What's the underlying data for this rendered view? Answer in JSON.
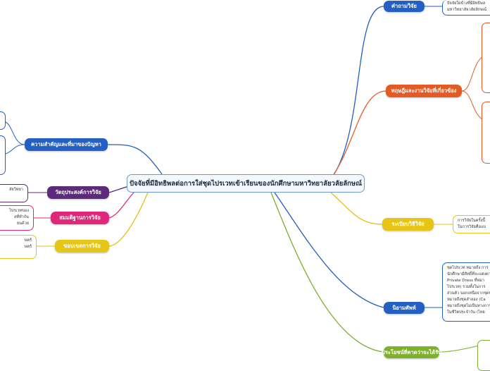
{
  "central": "ปัจจัยที่มีอิทธิพลต่อการใส่ชุดไปรเวทเข้าเรียนของนักศึกษามหาวิทยาลัยวลัยลักษณ์",
  "branches": {
    "research_question": "คำถามวิจัย",
    "theory": "ทฤษฎีและงานวิจัยที่เกี่ยวข้อง",
    "methodology": "ระเบียบวิธีวิจัย",
    "definitions": "นิยามศัพท์",
    "benefits": "ประโยชน์ที่คาดว่าจะได้รับ",
    "importance": "ความสำคัญและที่มาของปัญหา",
    "objectives": "วัตถุประสงค์การวิจัย",
    "hypothesis": "สมมติฐานการวิจัย",
    "scope": "ขอบเขตการวิจัย"
  },
  "leaves": {
    "research_question": [
      "ปัจจัยใดบ้างที่มีอิทธิพล",
      "มหาวิทยาลัยวลัยลักษณ์"
    ],
    "methodology": [
      "การวิจัยในครั้งนี้",
      "ในการวิจัยคือแบ"
    ],
    "definitions": [
      "ชุดไปรเวท หมายถึง การ",
      "นักศึกษามีสิทธิ์ที่จะแต่งตามใ",
      "Private Dress ที่หมา",
      "ไปรเวท) รวมทั้งในการ",
      "ส่วนตัว นอกเหนือจากชุดนัก",
      "หมายถึงชุดลำลอง (Ca",
      "หมายถึงชุดไม่เป็นทางการ",
      "ในชีวิตประจำวัน (ไทย"
    ],
    "objectives": [
      "ลัยวิทยา"
    ],
    "hypothesis": [
      "ไปรเวทของ",
      "ลที่ทำกัน",
      "ยนด้วย"
    ],
    "scope": [
      "ษตร์",
      "ษตร์"
    ]
  }
}
